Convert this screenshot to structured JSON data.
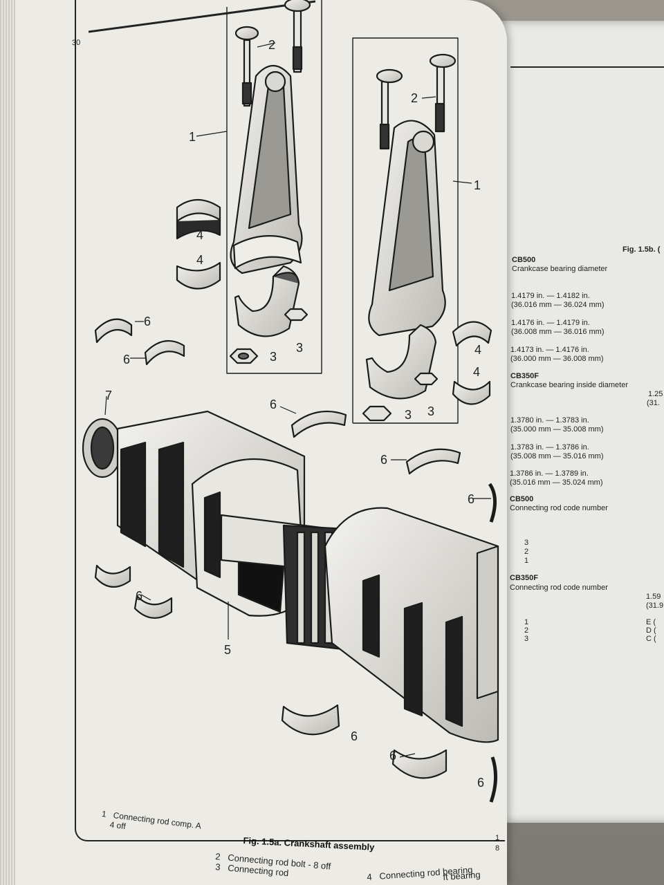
{
  "page_number": "30",
  "left_page": {
    "figure_title": "Fig. 1.5a. Crankshaft assembly",
    "callouts": {
      "a_2": "2",
      "a_1": "1",
      "a_4a": "4",
      "a_4b": "4",
      "a_3a": "3",
      "a_3b": "3",
      "b_2": "2",
      "b_1": "1",
      "b_4a": "4",
      "b_4b": "4",
      "b_3a": "3",
      "b_3b": "3",
      "c_6a": "6",
      "c_6b": "6",
      "c_7": "7",
      "c_6c": "6",
      "c_6d": "6",
      "c_6e": "6",
      "c_6f": "6",
      "c_5": "5",
      "c_6g": "6",
      "c_6h": "6",
      "c_6i": "6"
    },
    "legend": [
      {
        "num": "1",
        "text": "Connecting rod comp. A",
        "sub": "4 off"
      },
      {
        "num": "2",
        "text": "Connecting rod bolt - 8 off"
      },
      {
        "num": "3",
        "text": "Connecting rod"
      },
      {
        "num": "4",
        "text": "Connecting rod bearing"
      },
      {
        "num": "",
        "text": "ft bearing"
      }
    ],
    "margin_marks": [
      "1",
      "8"
    ]
  },
  "right_page": {
    "fig_ref": "Fig. 1.5b. (",
    "sections": [
      {
        "model": "CB500",
        "label": "Crankcase bearing diameter",
        "rows": [
          {
            "in": "1.4179 in. — 1.4182 in.",
            "mm": "(36.016 mm — 36.024 mm)"
          },
          {
            "in": "1.4176 in. — 1.4179 in.",
            "mm": "(36.008 mm — 36.016 mm)"
          },
          {
            "in": "1.4173 in. — 1.4176 in.",
            "mm": "(36.000 mm — 36.008 mm)"
          }
        ]
      },
      {
        "model": "CB350F",
        "label": "Crankcase bearing inside diameter",
        "aside": [
          "1.25",
          "(31."
        ],
        "rows": [
          {
            "in": "1.3780 in. — 1.3783 in.",
            "mm": "(35.000 mm — 35.008 mm)"
          },
          {
            "in": "1.3783 in. — 1.3786 in.",
            "mm": "(35.008 mm — 35.016 mm)"
          },
          {
            "in": "1.3786 in. — 1.3789 in.",
            "mm": "(35.016 mm — 35.024 mm)"
          }
        ]
      },
      {
        "model": "CB500",
        "label": "Connecting rod code number",
        "codes": [
          "3",
          "2",
          "1"
        ]
      },
      {
        "model": "CB350F",
        "label": "Connecting rod code number",
        "aside": [
          "1.59",
          "(31.9"
        ],
        "codes": [
          "1",
          "2",
          "3"
        ],
        "letters": [
          "E (",
          "D (",
          "C ("
        ]
      }
    ]
  }
}
